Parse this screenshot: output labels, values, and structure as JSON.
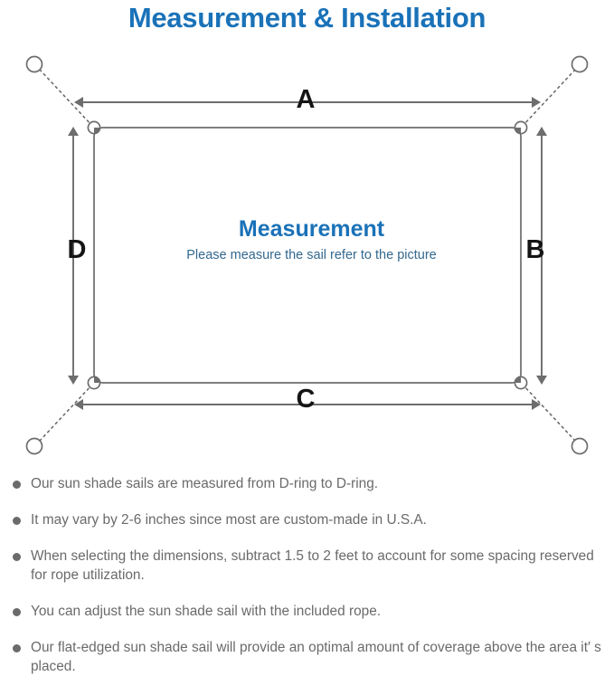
{
  "title": "Measurement & Installation",
  "colors": {
    "title_blue": "#1a72b8",
    "subtitle_blue": "#33688f",
    "line_gray": "#6d6d6d",
    "text_gray": "#6a6a6a",
    "letter_black": "#151515"
  },
  "diagram": {
    "center_title": "Measurement",
    "center_subtitle": "Please measure the sail refer to the picture",
    "dimensions": {
      "top": "A",
      "right": "B",
      "bottom": "C",
      "left": "D"
    },
    "elements": {
      "sail_shape": "rectangle-sun-shade-sail",
      "corner_hardware": "d-ring",
      "rope_style": "dotted-line",
      "anchor_point": "anchor-circle",
      "dimension_arrow": "double-headed-arrow"
    }
  },
  "notes": [
    "Our sun shade sails are measured from D-ring to D-ring.",
    "It may vary by 2-6 inches since most are custom-made in U.S.A.",
    "When selecting the dimensions, subtract 1.5 to 2 feet to account for some spacing reserved for rope utilization.",
    "You can adjust the sun shade sail with the included rope.",
    "Our flat-edged sun shade sail will provide an optimal amount of coverage above the area it′ s placed."
  ]
}
